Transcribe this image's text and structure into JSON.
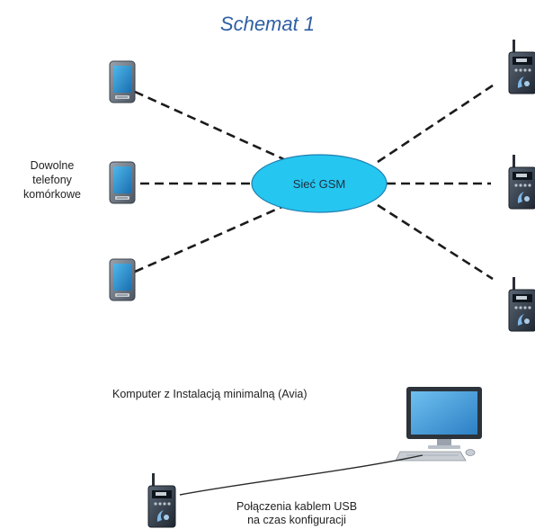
{
  "title": "Schemat 1",
  "left_caption": [
    "Dowolne",
    "telefony",
    "komórkowe"
  ],
  "network_label": "Sieć GSM",
  "computer_label": "Komputer z Instalacją minimalną (Avia)",
  "usb_label": [
    "Połączenia kablem USB",
    "na czas konfiguracji"
  ],
  "colors": {
    "title": "#2e5fa3",
    "ellipse_fill": "#25c6f0",
    "ellipse_stroke": "#1f7fb0",
    "monitor_screen": "#3f9ad8",
    "device_body": "#2f3b49"
  },
  "icons": {
    "phone": "smartphone-icon",
    "gsm_device": "gsm-device-icon",
    "computer": "desktop-computer-icon"
  }
}
